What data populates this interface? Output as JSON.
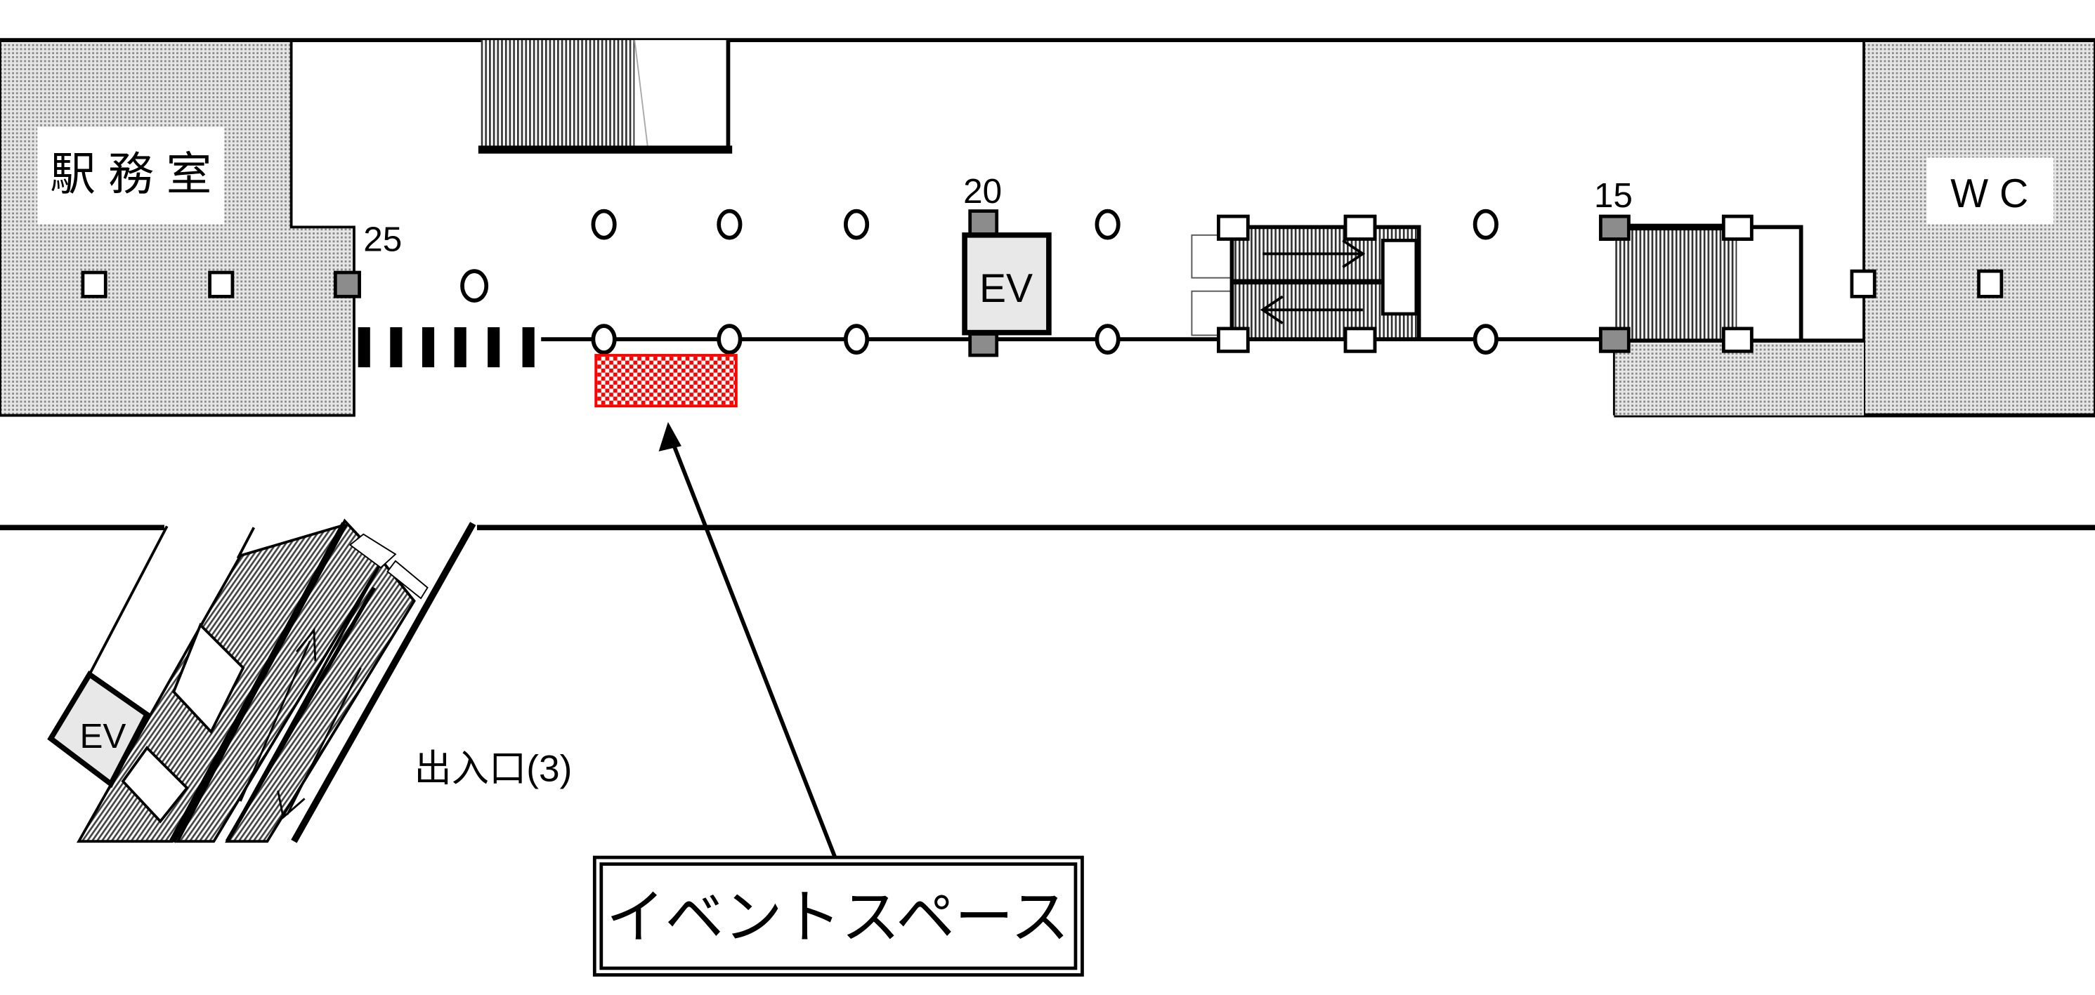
{
  "map": {
    "rooms": {
      "station_office": "駅 務 室",
      "toilet": "W C"
    },
    "elevators": {
      "main": "EV",
      "exit": "EV"
    },
    "platform_markers": [
      "25",
      "20",
      "15"
    ],
    "exit_label": "出入口(3)",
    "callout_label": "イベントスペース"
  },
  "colors": {
    "event_space": "#ff0000",
    "room_fill": "#c8c8c8",
    "elevator_fill": "#e8e8e8",
    "marker_gray": "#8c8c8c"
  }
}
